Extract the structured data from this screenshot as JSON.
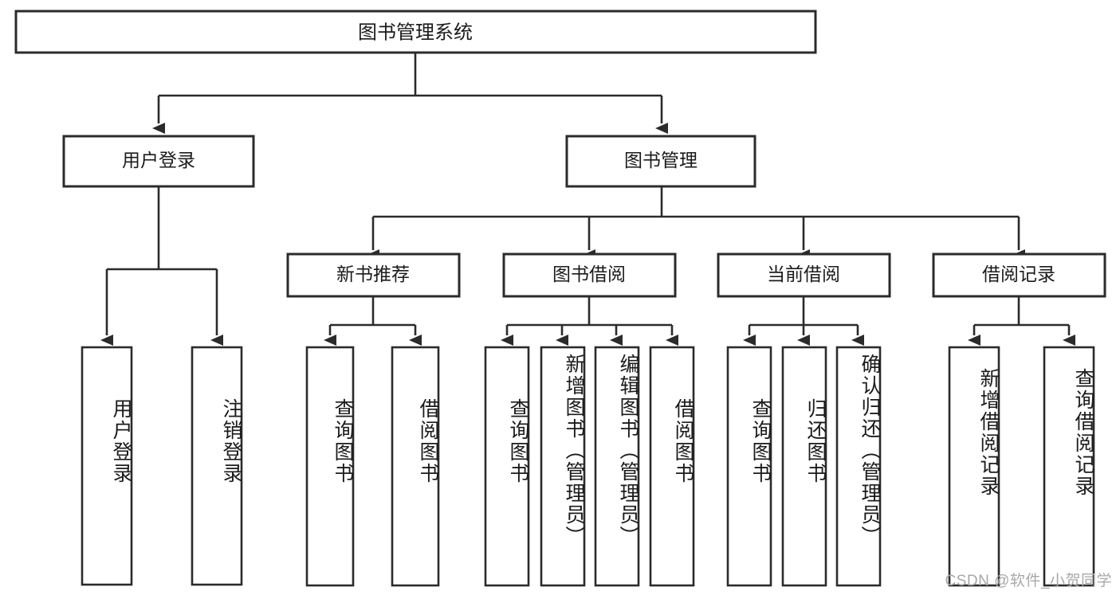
{
  "diagram": {
    "type": "tree",
    "title": "图书管理系统",
    "watermark": "CSDN @软件_小贺同学",
    "root": {
      "id": "root",
      "label": "图书管理系统",
      "orientation": "horizontal"
    },
    "level2": [
      {
        "id": "user-login",
        "label": "用户登录",
        "orientation": "horizontal"
      },
      {
        "id": "book-manage",
        "label": "图书管理",
        "orientation": "horizontal"
      }
    ],
    "level3": [
      {
        "id": "new-book-recommend",
        "label": "新书推荐",
        "orientation": "horizontal",
        "parent": "book-manage"
      },
      {
        "id": "book-borrow",
        "label": "图书借阅",
        "orientation": "horizontal",
        "parent": "book-manage"
      },
      {
        "id": "current-borrow",
        "label": "当前借阅",
        "orientation": "horizontal",
        "parent": "book-manage"
      },
      {
        "id": "borrow-record",
        "label": "借阅记录",
        "orientation": "horizontal",
        "parent": "book-manage"
      }
    ],
    "leaves": [
      {
        "id": "leaf-user-login",
        "label": "用户登录",
        "parent": "user-login"
      },
      {
        "id": "leaf-user-logout",
        "label": "注销登录",
        "parent": "user-login"
      },
      {
        "id": "leaf-query-book-1",
        "label": "查询图书",
        "parent": "new-book-recommend"
      },
      {
        "id": "leaf-borrow-book-1",
        "label": "借阅图书",
        "parent": "new-book-recommend"
      },
      {
        "id": "leaf-query-book-2",
        "label": "查询图书",
        "parent": "book-borrow"
      },
      {
        "id": "leaf-add-book",
        "label": "新增图书（管理员）",
        "parent": "book-borrow"
      },
      {
        "id": "leaf-edit-book",
        "label": "编辑图书（管理员）",
        "parent": "book-borrow"
      },
      {
        "id": "leaf-borrow-book-2",
        "label": "借阅图书",
        "parent": "book-borrow"
      },
      {
        "id": "leaf-query-book-3",
        "label": "查询图书",
        "parent": "current-borrow"
      },
      {
        "id": "leaf-return-book",
        "label": "归还图书",
        "parent": "current-borrow"
      },
      {
        "id": "leaf-confirm-return",
        "label": "确认归还（管理员）",
        "parent": "current-borrow"
      },
      {
        "id": "leaf-add-record",
        "label": "新增借阅记录",
        "parent": "borrow-record"
      },
      {
        "id": "leaf-query-record",
        "label": "查询借阅记录",
        "parent": "borrow-record"
      }
    ],
    "colors": {
      "stroke": "#2b2b2b",
      "fill": "#ffffff",
      "text": "#1b1b1b",
      "watermark": "#a8a8a8"
    }
  }
}
